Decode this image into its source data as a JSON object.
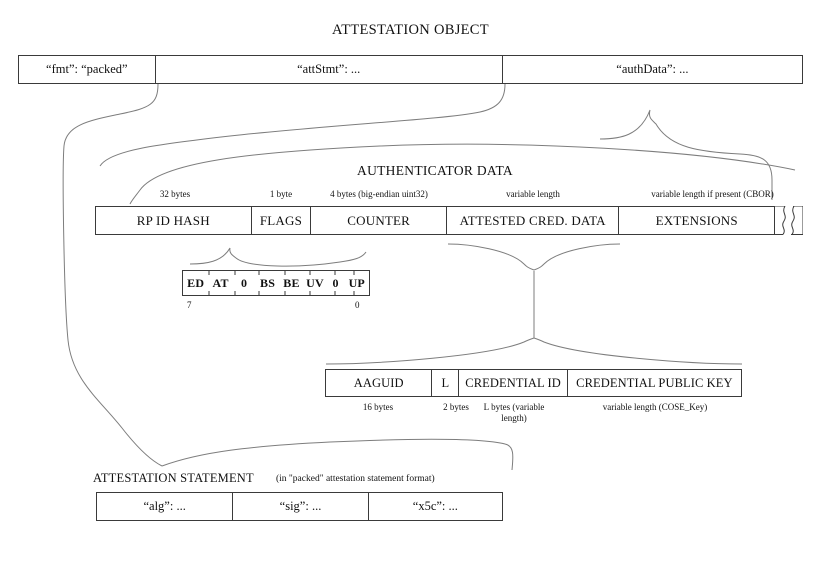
{
  "diagram": {
    "title": "ATTESTATION OBJECT",
    "background": "#ffffff",
    "line_color": "#3a3a3a",
    "connector_color": "#7d7d7d"
  },
  "attestation_object": {
    "title": "ATTESTATION OBJECT",
    "fields": [
      {
        "label": "“fmt”: “packed”"
      },
      {
        "label": "“attStmt”: ..."
      },
      {
        "label": "“authData”: ..."
      }
    ]
  },
  "authenticator_data": {
    "title": "AUTHENTICATOR DATA",
    "fields": [
      {
        "label": "RP ID HASH",
        "size": "32 bytes"
      },
      {
        "label": "FLAGS",
        "size": "1 byte"
      },
      {
        "label": "COUNTER",
        "size": "4 bytes (big-endian uint32)"
      },
      {
        "label": "ATTESTED CRED. DATA",
        "size": "variable length"
      },
      {
        "label": "EXTENSIONS",
        "size": "variable length if present (CBOR)"
      }
    ],
    "continuation": "truncation-break"
  },
  "flags_byte": {
    "bits": [
      {
        "label": "ED"
      },
      {
        "label": "AT"
      },
      {
        "label": "0"
      },
      {
        "label": "BS"
      },
      {
        "label": "BE"
      },
      {
        "label": "UV"
      },
      {
        "label": "0"
      },
      {
        "label": "UP"
      }
    ],
    "high_bit_label": "7",
    "low_bit_label": "0"
  },
  "attested_credential_data": {
    "fields": [
      {
        "label": "AAGUID",
        "size": "16 bytes"
      },
      {
        "label": "L",
        "size": "2 bytes"
      },
      {
        "label": "CREDENTIAL ID",
        "size": "L bytes\n(variable length)"
      },
      {
        "label": "CREDENTIAL PUBLIC KEY",
        "size": "variable length (COSE_Key)"
      }
    ]
  },
  "attestation_statement": {
    "title": "ATTESTATION STATEMENT",
    "note": "(in \"packed\" attestation statement format)",
    "fields": [
      {
        "label": "“alg”: ..."
      },
      {
        "label": "“sig”: ..."
      },
      {
        "label": "“x5c”: ..."
      }
    ]
  }
}
